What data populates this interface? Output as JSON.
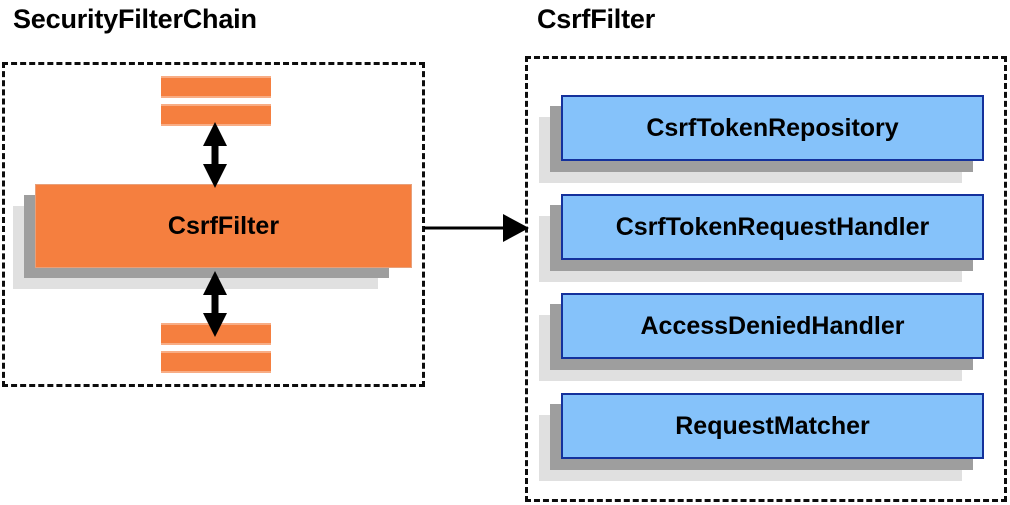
{
  "diagram": {
    "type": "component-diagram",
    "background_color": "#ffffff",
    "panels": [
      {
        "id": "securityfilterchain",
        "title": "SecurityFilterChain",
        "border_style": "dashed",
        "border_color": "#0d0d0d"
      },
      {
        "id": "csrffilter",
        "title": "CsrfFilter",
        "border_style": "dashed",
        "border_color": "#0d0d0d"
      }
    ],
    "left_panel": {
      "title": "SecurityFilterChain",
      "filter_box": {
        "label": "CsrfFilter",
        "fill_color": "#f57f3f",
        "shadow_dark": "#9e9e9e",
        "shadow_light": "#e0e0e0"
      },
      "bars_above": [
        {
          "label": "",
          "fill_color": "#f57f3f"
        },
        {
          "label": "",
          "fill_color": "#f57f3f"
        }
      ],
      "bars_below": [
        {
          "label": "",
          "fill_color": "#f57f3f"
        },
        {
          "label": "",
          "fill_color": "#f57f3f"
        }
      ],
      "connectors": [
        {
          "name": "above-filter",
          "style": "double-headed-vertical",
          "color": "#000000"
        },
        {
          "name": "below-filter",
          "style": "double-headed-vertical",
          "color": "#000000"
        }
      ]
    },
    "right_panel": {
      "title": "CsrfFilter",
      "collaborators": [
        {
          "label": "CsrfTokenRepository",
          "fill_color": "#85c2fa",
          "border_color": "#14319c"
        },
        {
          "label": "CsrfTokenRequestHandler",
          "fill_color": "#85c2fa",
          "border_color": "#14319c"
        },
        {
          "label": "AccessDeniedHandler",
          "fill_color": "#85c2fa",
          "border_color": "#14319c"
        },
        {
          "label": "RequestMatcher",
          "fill_color": "#85c2fa",
          "border_color": "#14319c"
        }
      ]
    },
    "link": {
      "name": "csrffilter-expands-to-csrffilter-detail",
      "style": "single-headed-horizontal",
      "color": "#000000",
      "from": "CsrfFilter",
      "to": "CsrfFilter"
    }
  }
}
